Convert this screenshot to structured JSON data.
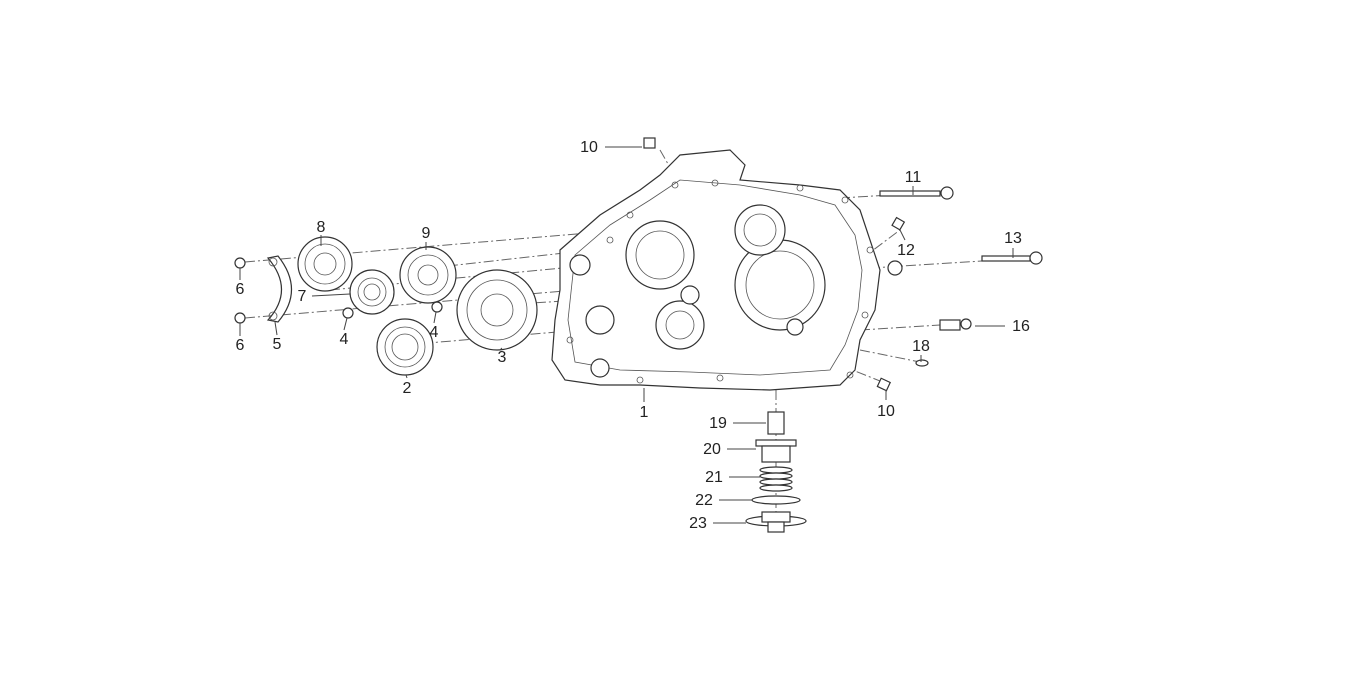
{
  "diagram": {
    "title": "Right crankcase exploded parts diagram",
    "callouts": {
      "c1": "1",
      "c2": "2",
      "c3": "3",
      "c4a": "4",
      "c4b": "4",
      "c5": "5",
      "c6a": "6",
      "c6b": "6",
      "c7": "7",
      "c8": "8",
      "c9": "9",
      "c10a": "10",
      "c10b": "10",
      "c11": "11",
      "c12": "12",
      "c13": "13",
      "c16": "16",
      "c18": "18",
      "c19": "19",
      "c20": "20",
      "c21": "21",
      "c22": "22",
      "c23": "23"
    },
    "line_color": "#333333"
  }
}
